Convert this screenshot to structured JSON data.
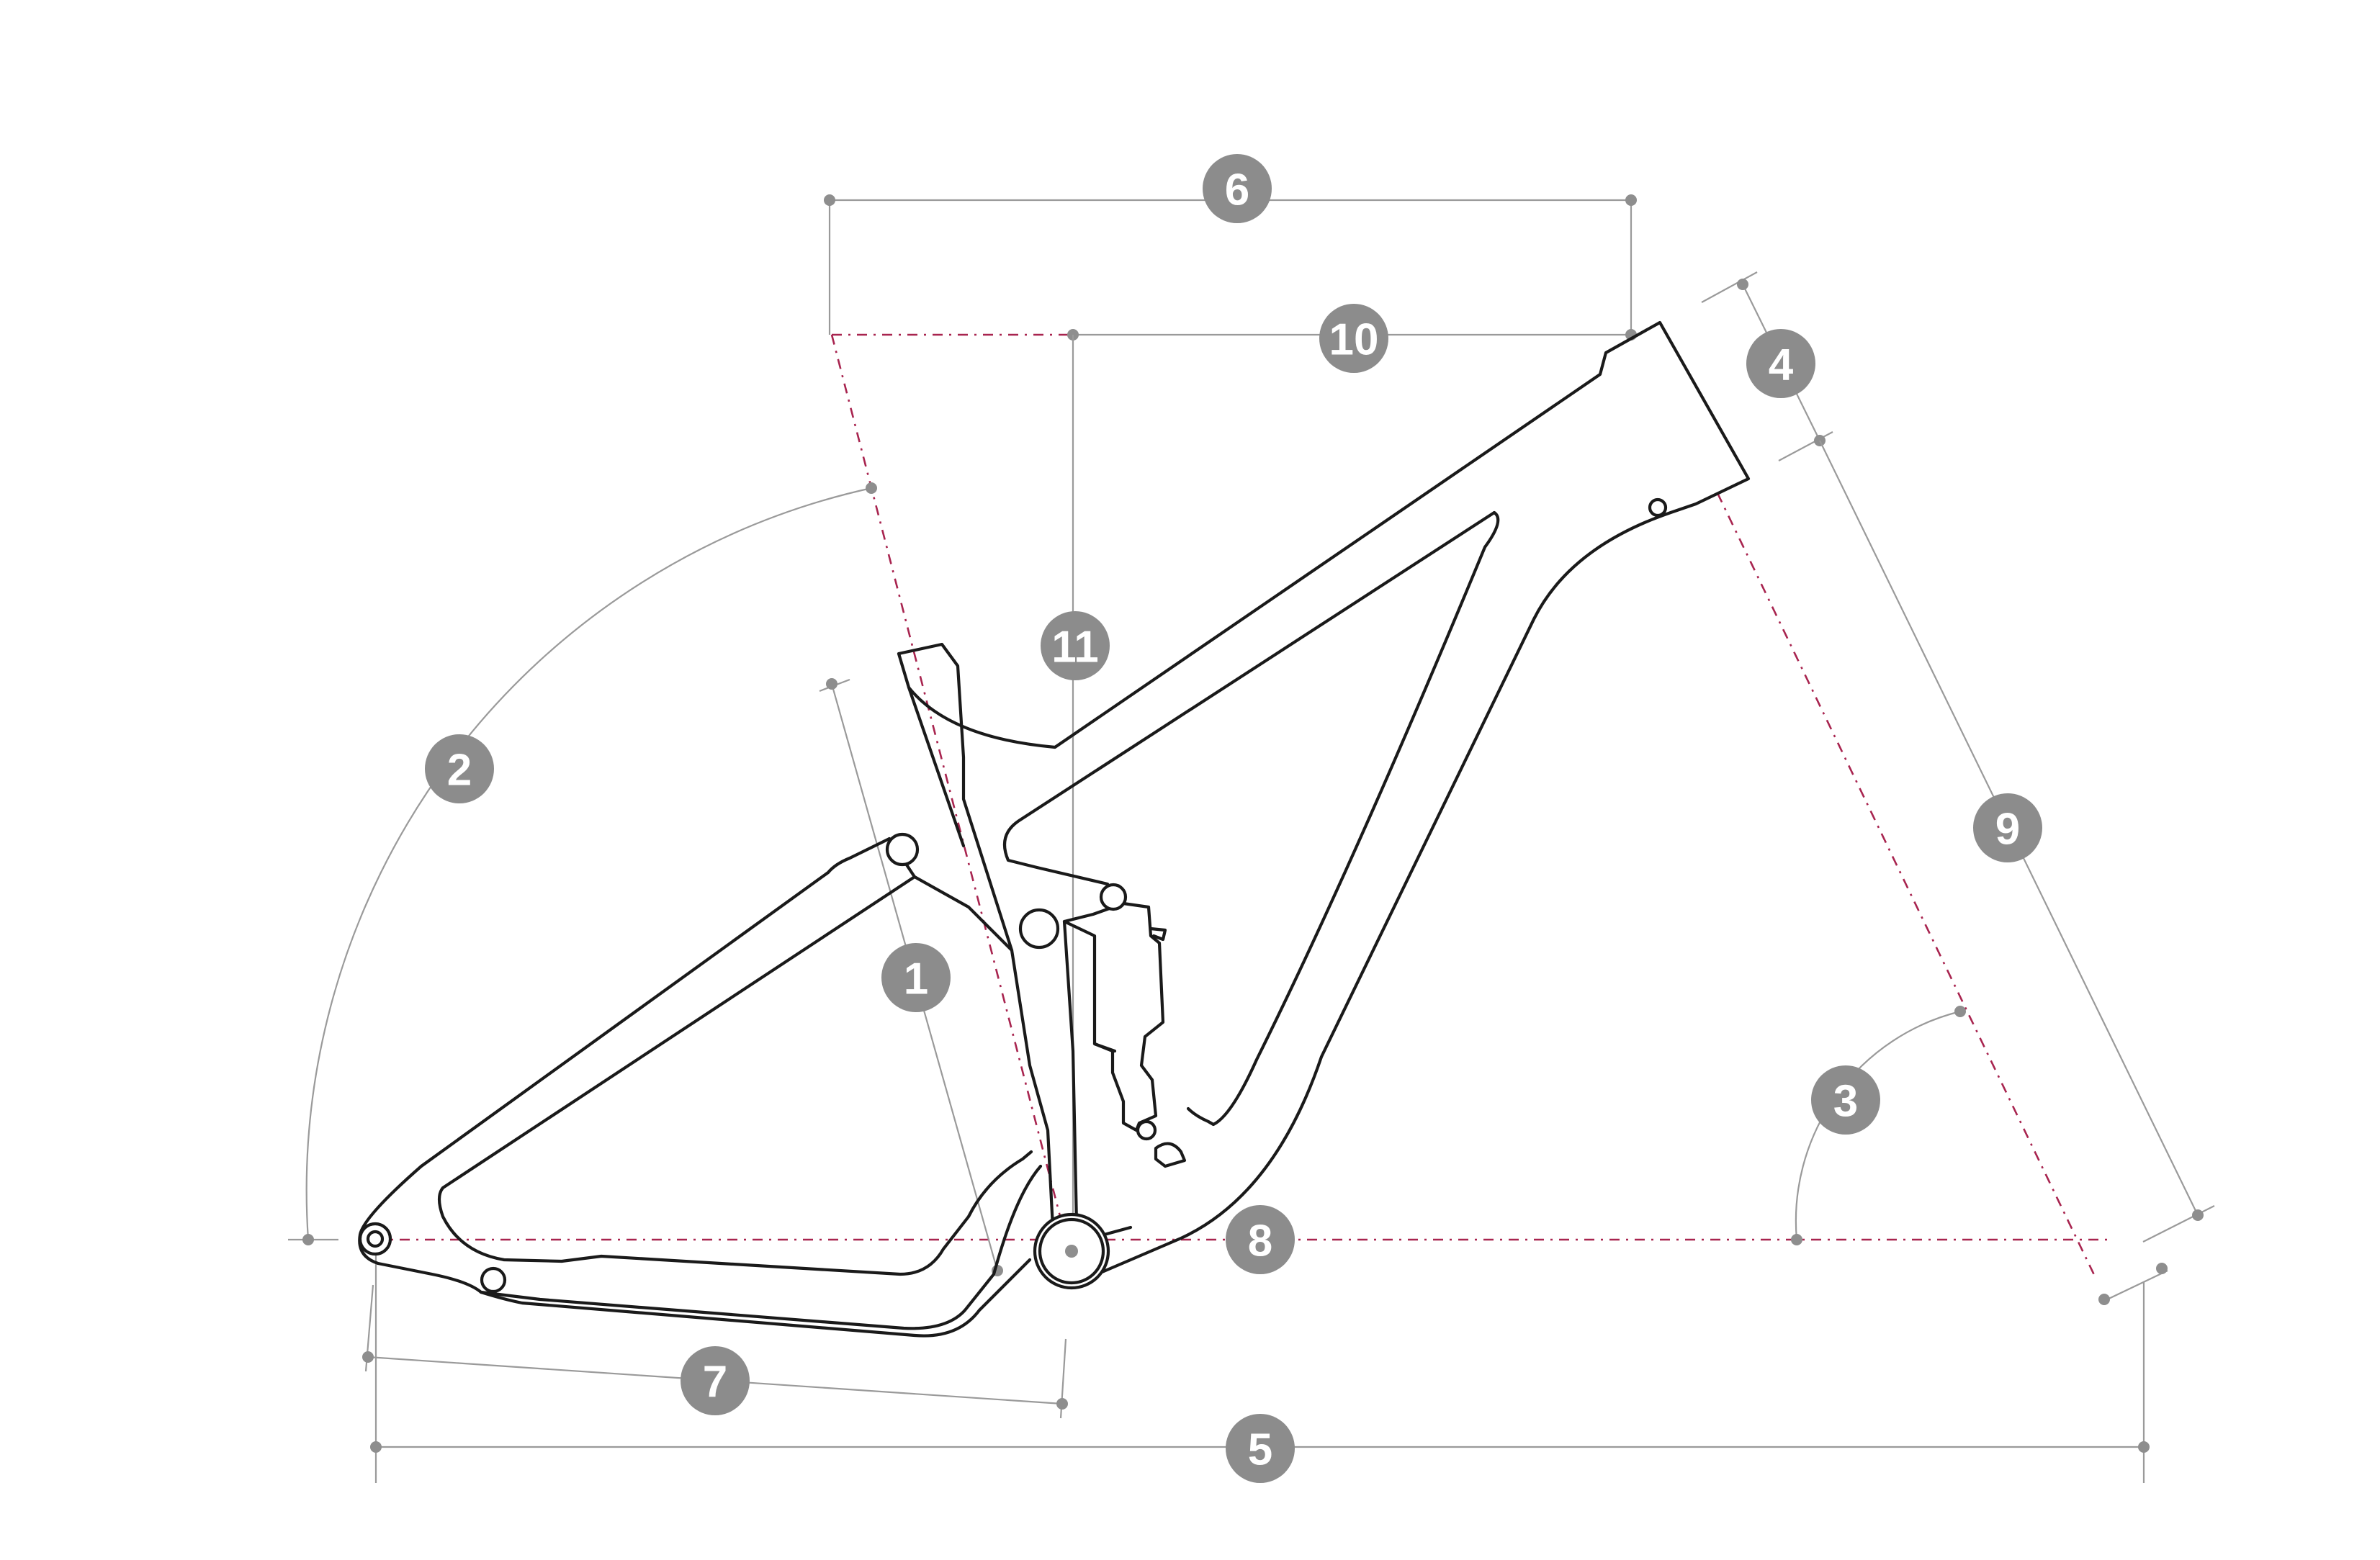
{
  "badges": [
    {
      "id": "1",
      "label": "1"
    },
    {
      "id": "2",
      "label": "2"
    },
    {
      "id": "3",
      "label": "3"
    },
    {
      "id": "4",
      "label": "4"
    },
    {
      "id": "5",
      "label": "5"
    },
    {
      "id": "6",
      "label": "6"
    },
    {
      "id": "7",
      "label": "7"
    },
    {
      "id": "8",
      "label": "8"
    },
    {
      "id": "9",
      "label": "9"
    },
    {
      "id": "10",
      "label": "10"
    },
    {
      "id": "11",
      "label": "11"
    }
  ],
  "colors": {
    "frame": "#1a1a1a",
    "dimension_lines": "#9a9a9a",
    "reference_lines": "#a8244f",
    "badge": "#8c8c8c"
  }
}
